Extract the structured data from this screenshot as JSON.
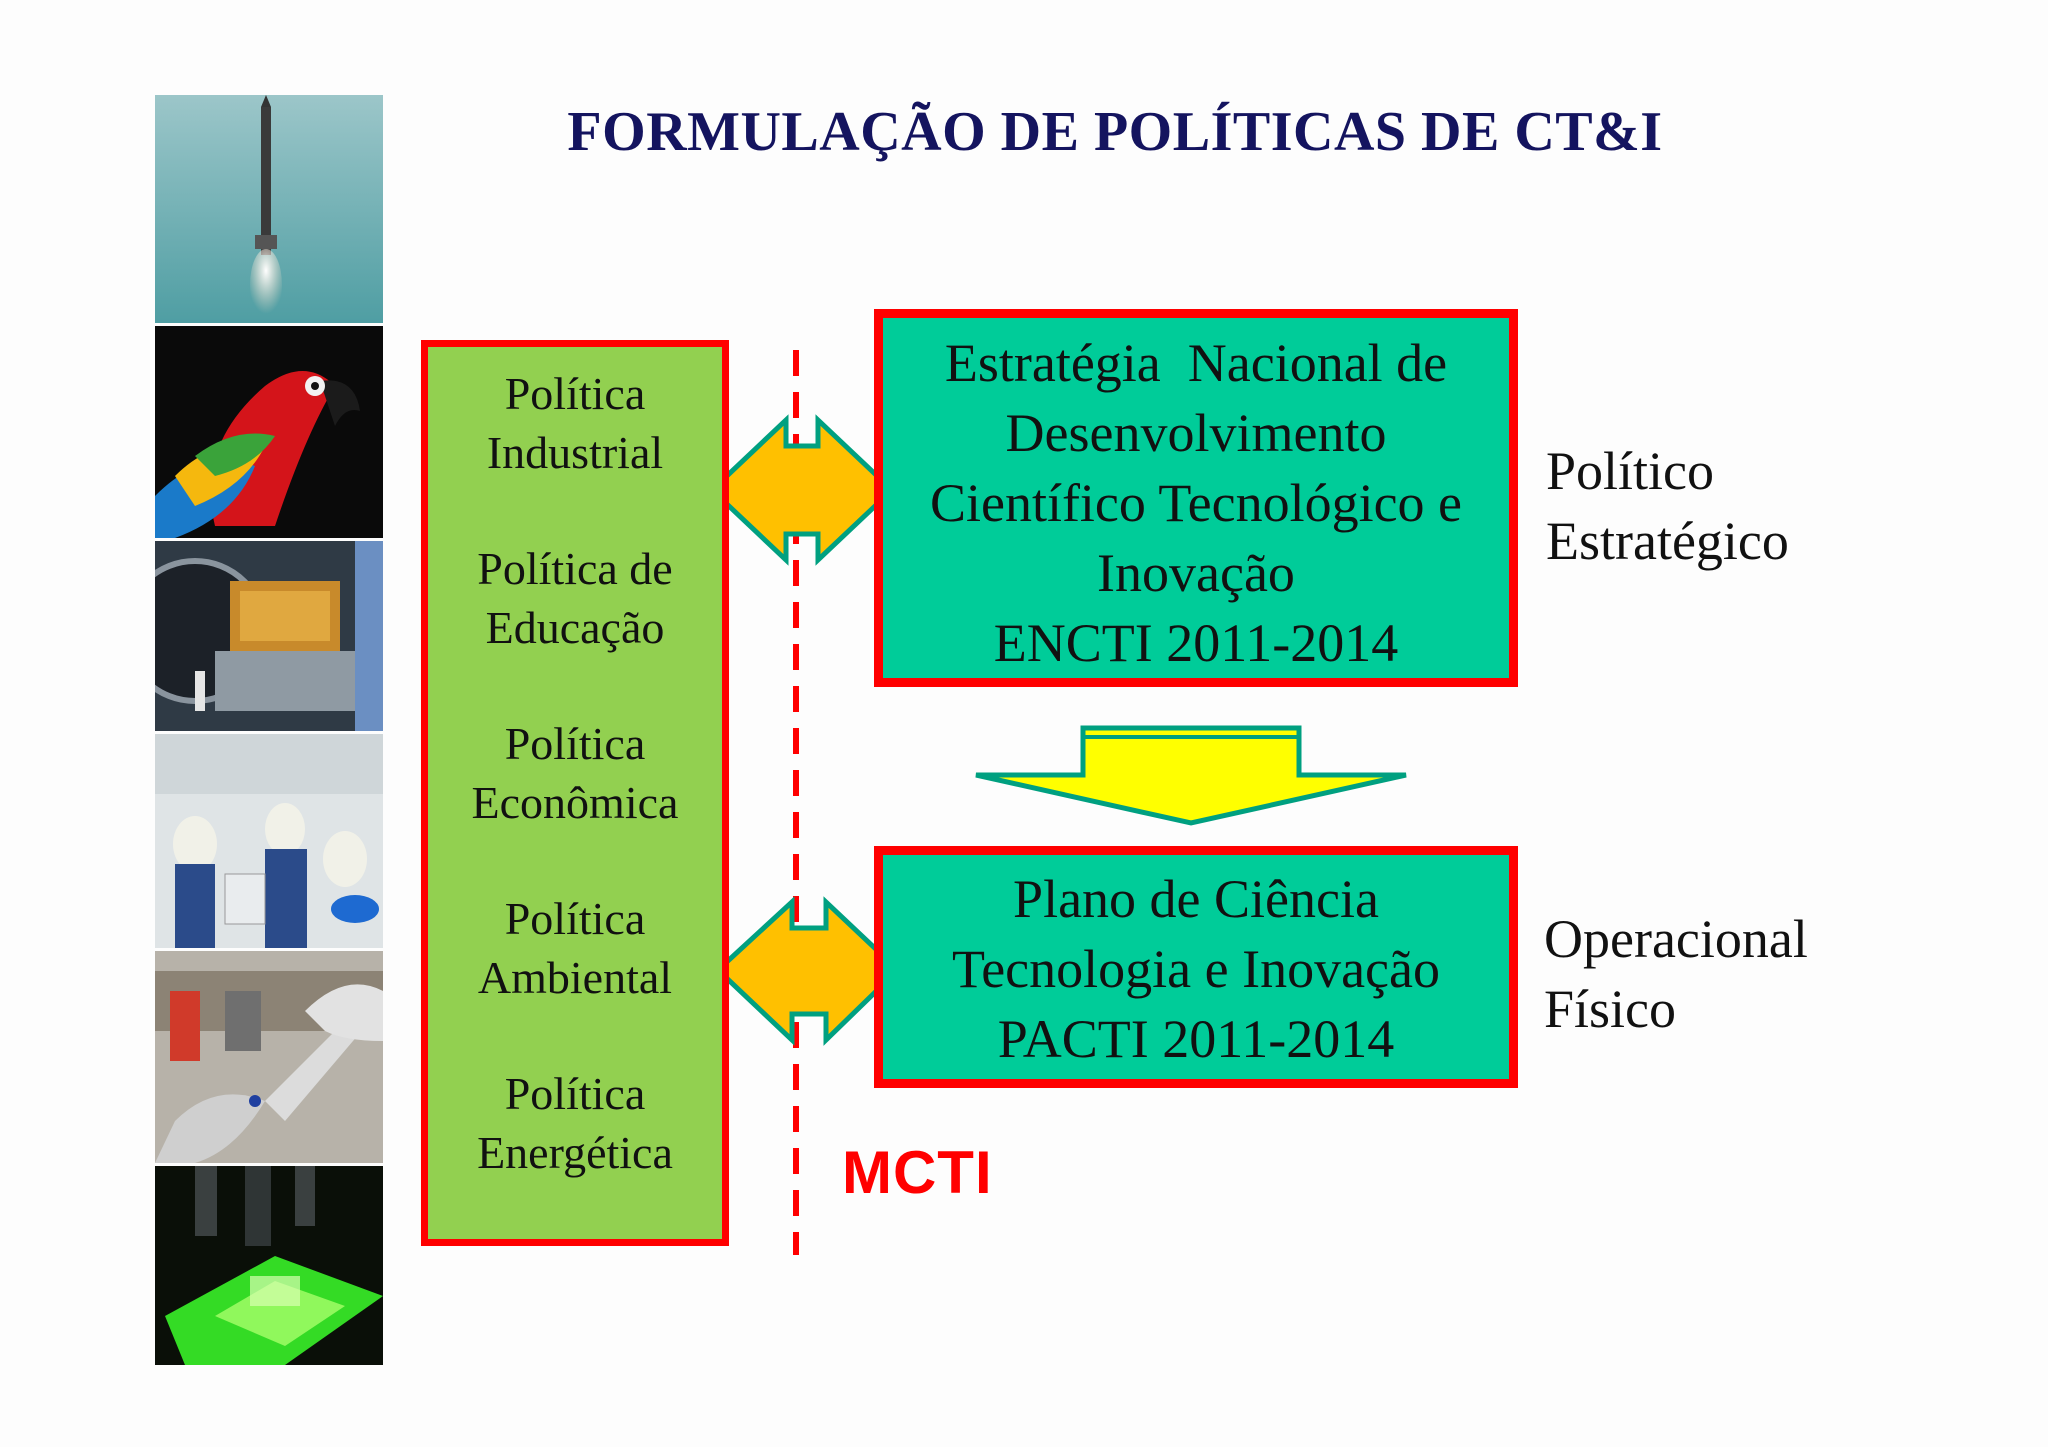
{
  "title": "FORMULAÇÃO DE POLÍTICAS DE CT&I",
  "photos": [
    {
      "name": "rocket-launch-photo"
    },
    {
      "name": "macaw-parrot-photo"
    },
    {
      "name": "satellite-assembly-photo"
    },
    {
      "name": "cleanroom-workers-photo"
    },
    {
      "name": "laboratory-hands-photo"
    },
    {
      "name": "fluorescent-microscope-photo"
    }
  ],
  "policies": [
    {
      "line1": "Política",
      "line2": "Industrial"
    },
    {
      "line1": "Política de",
      "line2": "Educação"
    },
    {
      "line1": "Política",
      "line2": "Econômica"
    },
    {
      "line1": "Política",
      "line2": "Ambiental"
    },
    {
      "line1": "Política",
      "line2": "Energética"
    }
  ],
  "encti": {
    "lines": [
      "Estratégia  Nacional de",
      "Desenvolvimento",
      "Científico Tecnológico e",
      "Inovação",
      "ENCTI 2011-2014"
    ]
  },
  "pacti": {
    "lines": [
      "Plano de Ciência",
      "Tecnologia e Inovação",
      "PACTI 2011-2014"
    ]
  },
  "levels": {
    "top": [
      "Político",
      "Estratégico"
    ],
    "bottom": [
      "Operacional",
      "Físico"
    ]
  },
  "mcti_label": "MCTI",
  "colors": {
    "title": "#14145f",
    "policy_box": "#92d050",
    "plan_box": "#00cc99",
    "border": "#ff0000",
    "double_arrow": "#ffc000",
    "down_arrow": "#ffff00",
    "arrow_outline": "#00a080"
  }
}
